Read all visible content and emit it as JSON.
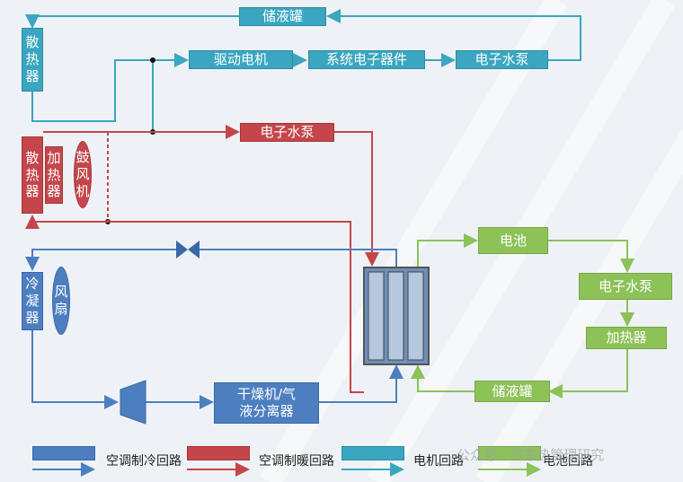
{
  "colors": {
    "cooling": "#4d7fc0",
    "heating": "#c4464b",
    "motor": "#3aa6c0",
    "battery": "#8cc258"
  },
  "motor_loop": {
    "reservoir": "储液罐",
    "radiator": [
      "散",
      "热",
      "器"
    ],
    "drive_motor": "驱动电机",
    "electronics": "系统电子器件",
    "pump": "电子水泵"
  },
  "heating_loop": {
    "pump": "电子水泵",
    "radiator": [
      "散",
      "热",
      "器"
    ],
    "heater": [
      "加",
      "热",
      "器"
    ],
    "blower": [
      "鼓",
      "风",
      "机"
    ]
  },
  "cooling_loop": {
    "condenser": [
      "冷",
      "凝",
      "器"
    ],
    "fan": [
      "风",
      "扇"
    ],
    "dryer": "干燥机/气\n液分离器"
  },
  "battery_loop": {
    "battery": "电池",
    "pump": "电子水泵",
    "heater": "加热器",
    "reservoir": "储液罐"
  },
  "legend": {
    "cooling": "空调制冷回路",
    "heating": "空调制暖回路",
    "motor": "电机回路",
    "battery": "电池回路"
  },
  "watermark": "公众号 · 汽车热管理研究"
}
